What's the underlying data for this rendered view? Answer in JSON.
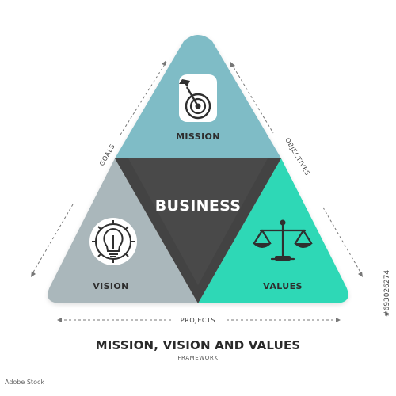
{
  "diagram": {
    "center_label": "BUSINESS",
    "segments": [
      {
        "key": "mission",
        "label": "MISSION",
        "icon": "target-dart-icon",
        "color": "#7fbcc6"
      },
      {
        "key": "vision",
        "label": "VISION",
        "icon": "lightbulb-gear-icon",
        "color": "#aab7bb"
      },
      {
        "key": "values",
        "label": "VALUES",
        "icon": "balance-scale-icon",
        "color": "#2ed8b6"
      }
    ],
    "center_color": "#4a4a48",
    "edge_labels": {
      "left": "GOALS",
      "right": "OBJECTIVES",
      "bottom": "PROJECTS"
    }
  },
  "title": "MISSION, VISION AND VALUES",
  "subtitle": "FRAMEWORK",
  "watermark": "Adobe Stock",
  "watermark_id": "#693026274"
}
